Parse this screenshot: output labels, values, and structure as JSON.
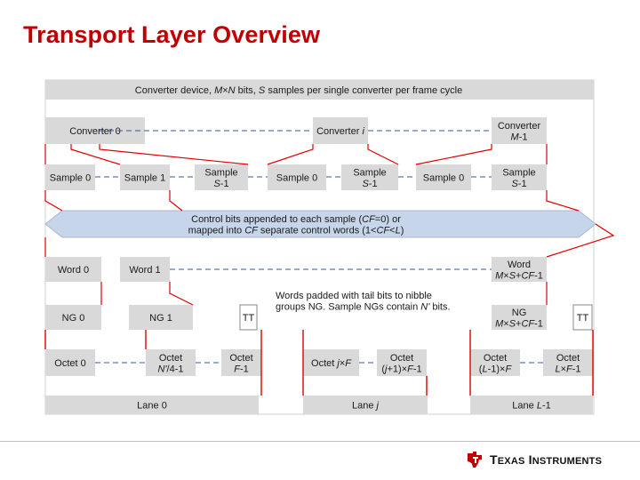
{
  "title": "Transport Layer Overview",
  "header_caption": [
    {
      "t": "Converter device, "
    },
    {
      "t": "M",
      "i": true
    },
    {
      "t": "×"
    },
    {
      "t": "N",
      "i": true
    },
    {
      "t": " bits, "
    },
    {
      "t": "S",
      "i": true
    },
    {
      "t": " samples per single converter per frame cycle"
    }
  ],
  "converters": [
    [
      [
        {
          "t": "Converter 0"
        }
      ]
    ],
    [
      [
        {
          "t": "Converter "
        },
        {
          "t": "i",
          "i": true
        }
      ]
    ],
    [
      [
        {
          "t": "Converter"
        }
      ],
      [
        {
          "t": "M",
          "i": true
        },
        {
          "t": "-1"
        }
      ]
    ]
  ],
  "samples": [
    [
      [
        {
          "t": "Sample 0"
        }
      ]
    ],
    [
      [
        {
          "t": "Sample 1"
        }
      ]
    ],
    [
      [
        {
          "t": "Sample"
        }
      ],
      [
        {
          "t": "S",
          "i": true
        },
        {
          "t": "-1"
        }
      ]
    ],
    [
      [
        {
          "t": "Sample 0"
        }
      ]
    ],
    [
      [
        {
          "t": "Sample"
        }
      ],
      [
        {
          "t": "S",
          "i": true
        },
        {
          "t": "-1"
        }
      ]
    ],
    [
      [
        {
          "t": "Sample 0"
        }
      ]
    ],
    [
      [
        {
          "t": "Sample"
        }
      ],
      [
        {
          "t": "S",
          "i": true
        },
        {
          "t": "-1"
        }
      ]
    ]
  ],
  "control_bits_caption": [
    [
      {
        "t": "Control bits appended to each sample ("
      },
      {
        "t": "CF",
        "i": true
      },
      {
        "t": "=0) or"
      }
    ],
    [
      {
        "t": "mapped into "
      },
      {
        "t": "CF",
        "i": true
      },
      {
        "t": " separate control words (1<"
      },
      {
        "t": "CF",
        "i": true
      },
      {
        "t": "<"
      },
      {
        "t": "L",
        "i": true
      },
      {
        "t": ")"
      }
    ]
  ],
  "words": [
    [
      [
        {
          "t": "Word 0"
        }
      ]
    ],
    [
      [
        {
          "t": "Word 1"
        }
      ]
    ],
    [
      [
        {
          "t": "Word"
        }
      ],
      [
        {
          "t": "M",
          "i": true
        },
        {
          "t": "×"
        },
        {
          "t": "S",
          "i": true
        },
        {
          "t": "+"
        },
        {
          "t": "CF",
          "i": true
        },
        {
          "t": "-1"
        }
      ]
    ]
  ],
  "padding_caption": [
    [
      {
        "t": "Words padded with tail bits to nibble"
      }
    ],
    [
      {
        "t": "groups NG. Sample NGs contain "
      },
      {
        "t": "N'",
        "i": true
      },
      {
        "t": " bits."
      }
    ]
  ],
  "nibble_groups": [
    [
      [
        {
          "t": "NG 0"
        }
      ]
    ],
    [
      [
        {
          "t": "NG 1"
        }
      ]
    ],
    [
      [
        {
          "t": "TT"
        }
      ]
    ],
    [
      [
        {
          "t": "NG"
        }
      ],
      [
        {
          "t": "M",
          "i": true
        },
        {
          "t": "×"
        },
        {
          "t": "S",
          "i": true
        },
        {
          "t": "+"
        },
        {
          "t": "CF",
          "i": true
        },
        {
          "t": "-1"
        }
      ]
    ],
    [
      [
        {
          "t": "TT"
        }
      ]
    ]
  ],
  "octets": [
    [
      [
        {
          "t": "Octet 0"
        }
      ]
    ],
    [
      [
        {
          "t": "Octet"
        }
      ],
      [
        {
          "t": "N'",
          "i": true
        },
        {
          "t": "/4-1"
        }
      ]
    ],
    [
      [
        {
          "t": "Octet"
        }
      ],
      [
        {
          "t": "F",
          "i": true
        },
        {
          "t": "-1"
        }
      ]
    ],
    [
      [
        {
          "t": "Octet "
        },
        {
          "t": "j",
          "i": true
        },
        {
          "t": "×"
        },
        {
          "t": "F",
          "i": true
        }
      ]
    ],
    [
      [
        {
          "t": "Octet"
        }
      ],
      [
        {
          "t": "("
        },
        {
          "t": "j",
          "i": true
        },
        {
          "t": "+1)×"
        },
        {
          "t": "F",
          "i": true
        },
        {
          "t": "-1"
        }
      ]
    ],
    [
      [
        {
          "t": "Octet"
        }
      ],
      [
        {
          "t": "("
        },
        {
          "t": "L",
          "i": true
        },
        {
          "t": "-1)×"
        },
        {
          "t": "F",
          "i": true
        }
      ]
    ],
    [
      [
        {
          "t": "Octet"
        }
      ],
      [
        {
          "t": "L",
          "i": true
        },
        {
          "t": "×"
        },
        {
          "t": "F",
          "i": true
        },
        {
          "t": "-1"
        }
      ]
    ]
  ],
  "lanes": [
    [
      [
        {
          "t": "Lane 0"
        }
      ]
    ],
    [
      [
        {
          "t": "Lane "
        },
        {
          "t": "j",
          "i": true
        }
      ]
    ],
    [
      [
        {
          "t": "Lane "
        },
        {
          "t": "L",
          "i": true
        },
        {
          "t": "-1"
        }
      ]
    ]
  ],
  "logo": {
    "line1": "T",
    "line1b": "EXAS",
    "line2": "I",
    "line2b": "NSTRUMENTS"
  },
  "colors": {
    "title": "#c00000",
    "box_fill": "#d9d9d9",
    "connector": "#e00000",
    "dashed": "#3355aa",
    "band_fill": "#c6d5ea"
  }
}
